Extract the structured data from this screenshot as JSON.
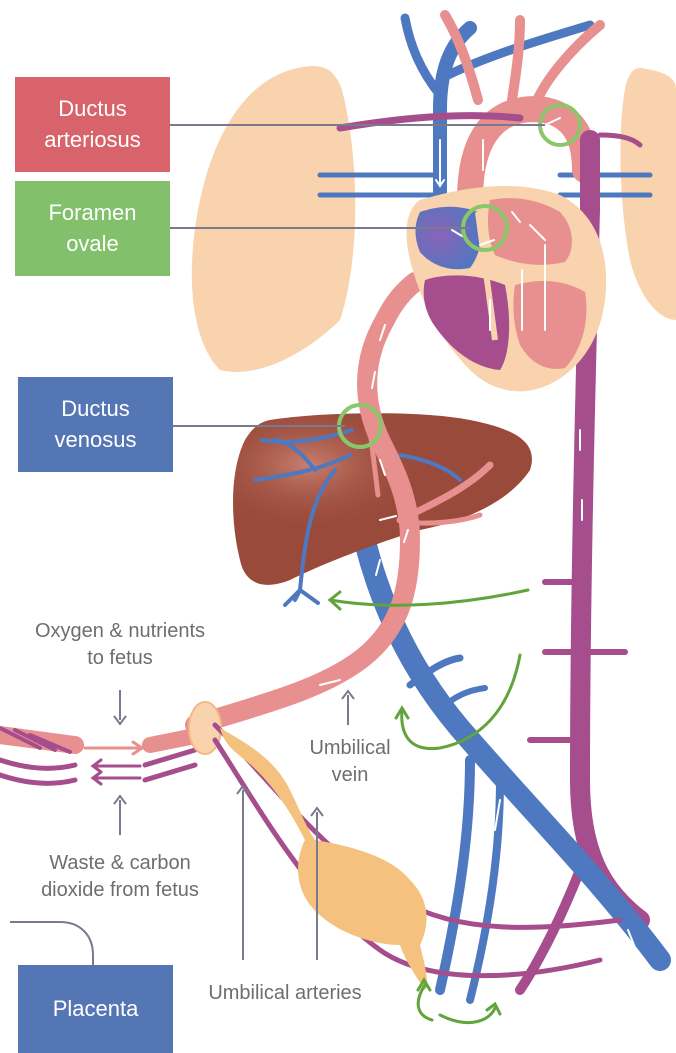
{
  "colors": {
    "ductus_arteriosus_box": "#d9636b",
    "foramen_ovale_box": "#82c06c",
    "ductus_venosus_box": "#5576b4",
    "placenta_box": "#5576b4",
    "vein_blue": "#4e78bf",
    "artery_purple": "#a64d8e",
    "oxygenated_pink": "#e8908f",
    "lung_peach": "#f8d3ad",
    "liver_brown": "#9a4a3a",
    "bladder_orange": "#f4c17e",
    "highlight_green": "#8cc66a",
    "leader_gray": "#7a7a8e"
  },
  "labels": {
    "ductus_arteriosus": "Ductus\narteriosus",
    "foramen_ovale": "Foramen\novale",
    "ductus_venosus": "Ductus\nvenosus",
    "placenta": "Placenta",
    "oxygen_nutrients": "Oxygen & nutrients\nto fetus",
    "waste_co2": "Waste & carbon\ndioxide from fetus",
    "umbilical_vein": "Umbilical\nvein",
    "umbilical_arteries": "Umbilical arteries"
  }
}
